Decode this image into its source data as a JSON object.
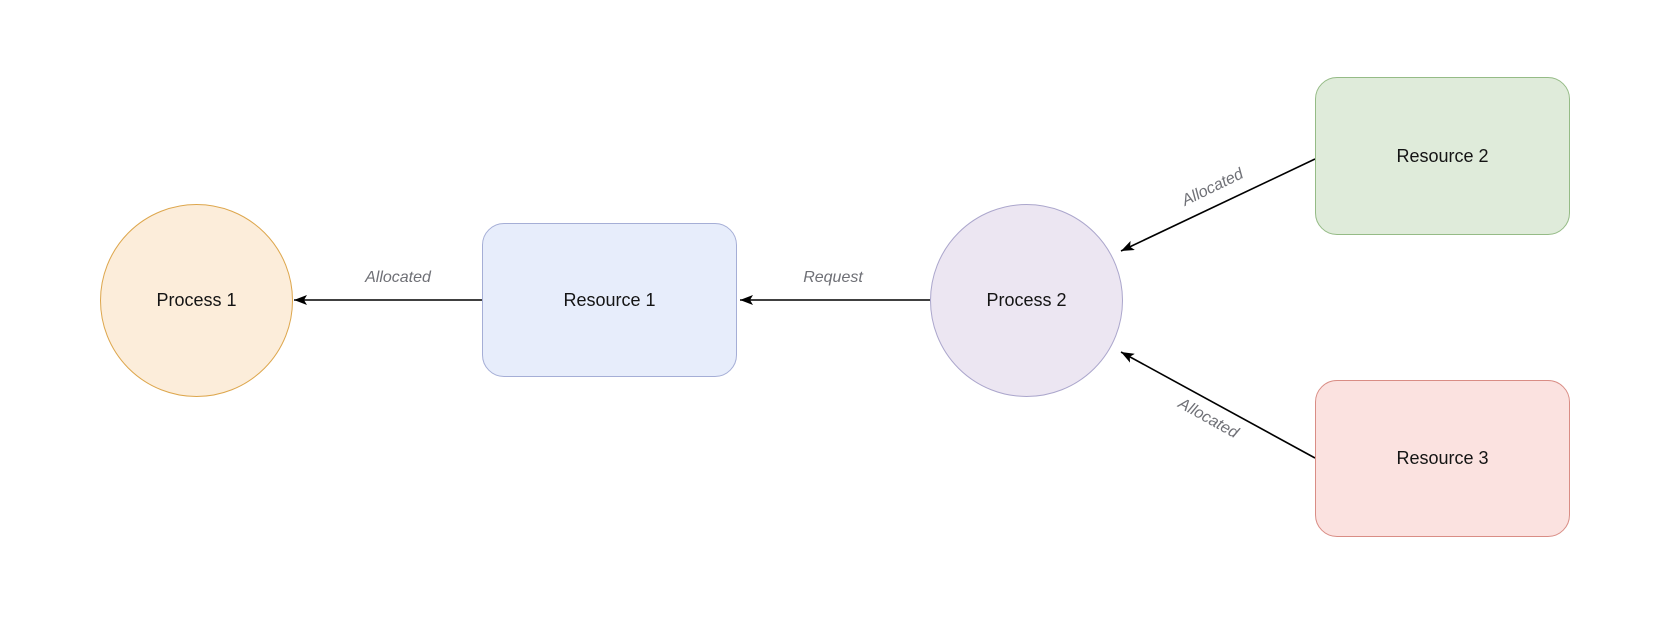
{
  "diagram": {
    "type": "resource-allocation-graph",
    "background": "#ffffff",
    "arrow_color": "#000000",
    "edge_label_color": "#6f7076",
    "node_label_color": "#141414",
    "nodes": [
      {
        "id": "process-1",
        "label": "Process 1",
        "shape": "circle",
        "fill": "#fcedda",
        "stroke": "#dda64c"
      },
      {
        "id": "resource-1",
        "label": "Resource 1",
        "shape": "rounded-rect",
        "fill": "#e7edfb",
        "stroke": "#a5aed6"
      },
      {
        "id": "process-2",
        "label": "Process 2",
        "shape": "circle",
        "fill": "#ece6f2",
        "stroke": "#aba6cc"
      },
      {
        "id": "resource-2",
        "label": "Resource 2",
        "shape": "rounded-rect",
        "fill": "#dfebda",
        "stroke": "#95bb86"
      },
      {
        "id": "resource-3",
        "label": "Resource 3",
        "shape": "rounded-rect",
        "fill": "#fbe2e0",
        "stroke": "#d98d85"
      }
    ],
    "edges": [
      {
        "from": "resource-1",
        "to": "process-1",
        "label": "Allocated",
        "style": "solid-arrow"
      },
      {
        "from": "process-2",
        "to": "resource-1",
        "label": "Request",
        "style": "solid-arrow"
      },
      {
        "from": "resource-2",
        "to": "process-2",
        "label": "Allocated",
        "style": "solid-arrow"
      },
      {
        "from": "resource-3",
        "to": "process-2",
        "label": "Allocated",
        "style": "solid-arrow"
      }
    ]
  }
}
